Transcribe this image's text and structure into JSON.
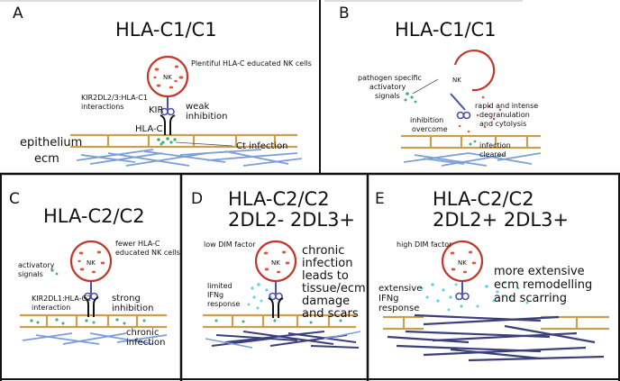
{
  "panels": {
    "A": {
      "letter": "A",
      "title": "HLA-C1/C1",
      "nk_label": "NK",
      "educated": "Plentiful HLA-C educated NK cells",
      "kir_interactions": "KIR2DL2/3:HLA-C1",
      "interactions": "interactions",
      "kir": "KIR",
      "weak": "weak",
      "inhibition": "inhibition",
      "hla_c": "HLA-C",
      "epithelium": "epithelium",
      "ecm": "ecm",
      "infection": "Ct infection"
    },
    "B": {
      "letter": "B",
      "title": "HLA-C1/C1",
      "nk_label": "NK",
      "pathogen_1": "pathogen specific",
      "pathogen_2": "activatory",
      "pathogen_3": "signals",
      "rapid_1": "rapid and intense",
      "rapid_2": "degranulation",
      "rapid_3": "and cytolysis",
      "overcome_1": "inhibition",
      "overcome_2": "overcome",
      "cleared_1": "infection",
      "cleared_2": "cleared"
    },
    "C": {
      "letter": "C",
      "title": "HLA-C2/C2",
      "nk_label": "NK",
      "fewer_1": "fewer HLA-C",
      "fewer_2": "educated NK cells",
      "activatory_1": "activatory",
      "activatory_2": "signals",
      "kir_1": "KIR2DL1:HLA-C2",
      "kir_2": "interaction",
      "strong_1": "strong",
      "strong_2": "inhibition",
      "chronic_1": "chronic",
      "chronic_2": "infection"
    },
    "D": {
      "letter": "D",
      "title_1": "HLA-C2/C2",
      "title_2": "2DL2- 2DL3+",
      "nk_label": "NK",
      "dim": "low DIM factor",
      "chronic_1": "chronic",
      "chronic_2": "infection",
      "chronic_3": "leads to",
      "chronic_4": "tissue/ecm",
      "chronic_5": "damage",
      "chronic_6": "and scars",
      "ifn_1": "limited",
      "ifn_2": "IFNg",
      "ifn_3": "response"
    },
    "E": {
      "letter": "E",
      "title_1": "HLA-C2/C2",
      "title_2": "2DL2+ 2DL3+",
      "nk_label": "NK",
      "dim": "high DIM factor",
      "ext_1": "extensive",
      "ext_2": "IFNg",
      "ext_3": "response",
      "more_1": "more extensive",
      "more_2": "ecm remodelling",
      "more_3": "and scarring"
    }
  },
  "colors": {
    "panel_border": "#111111",
    "nk_cell": "#c0392b",
    "granule": "#e0553a",
    "receptor": "#4b4fb0",
    "epithelium": "#c8a050",
    "ecm_light": "#7c9fd6",
    "ecm_dark": "#3b3f7a",
    "infection": "#3cb371",
    "ifn": "#56d6e8"
  }
}
